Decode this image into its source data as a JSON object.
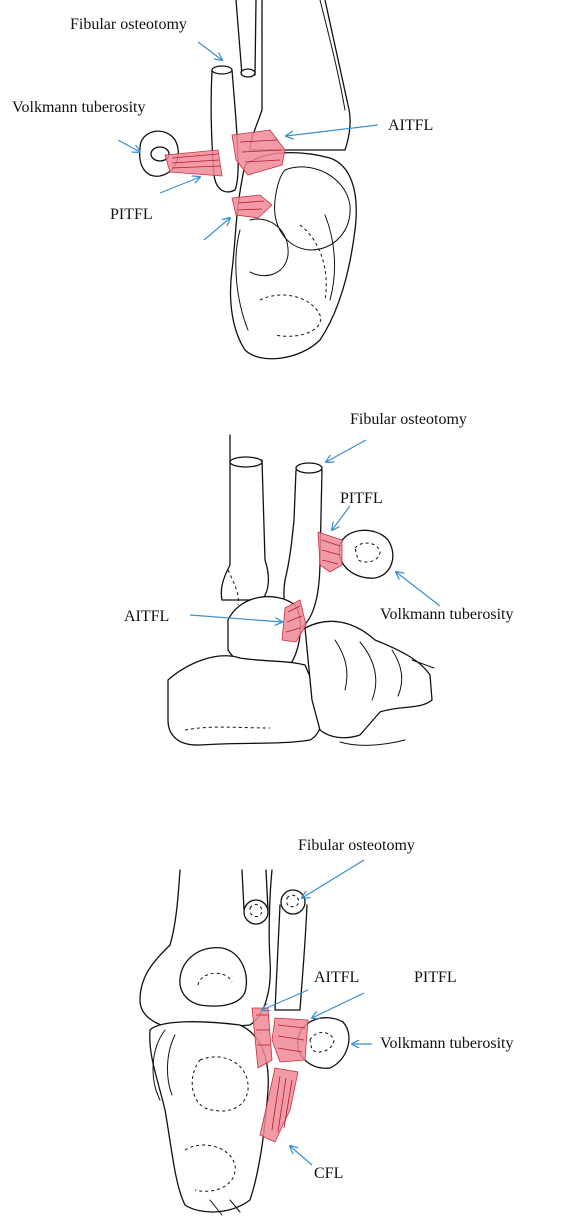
{
  "panels": [
    {
      "id": "posterior-view",
      "labels": {
        "fibular_osteotomy": "Fibular osteotomy",
        "volkmann_tuberosity": "Volkmann tuberosity",
        "aitfl": "AITFL",
        "pitfl": "PITFL"
      }
    },
    {
      "id": "lateral-view",
      "labels": {
        "fibular_osteotomy": "Fibular osteotomy",
        "pitfl": "PITFL",
        "aitfl": "AITFL",
        "volkmann_tuberosity": "Volkmann tuberosity"
      }
    },
    {
      "id": "anterior-view",
      "labels": {
        "fibular_osteotomy": "Fibular osteotomy",
        "aitfl": "AITFL",
        "pitfl": "PITFL",
        "volkmann_tuberosity": "Volkmann tuberosity",
        "cfl": "CFL"
      }
    }
  ],
  "colors": {
    "ligament": "#f08a96",
    "arrow": "#3a8fd0",
    "line": "#111111"
  }
}
